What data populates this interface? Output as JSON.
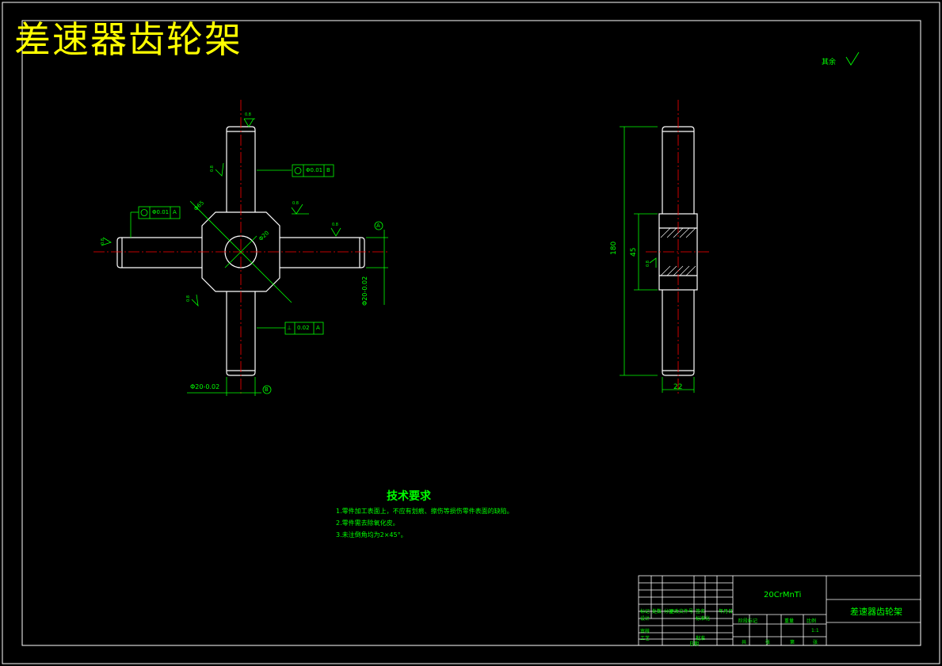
{
  "drawing": {
    "title": "差速器齿轮架",
    "roughness_note": "其余",
    "tech_requirements": {
      "heading": "技术要求",
      "items": [
        "1.零件加工表面上，不应有划痕、擦伤等损伤零件表面的缺陷。",
        "2.零件需去除氧化皮。",
        "3.未注倒角均为2×45°。"
      ]
    },
    "dimensions": {
      "shaft_dia_bottom": "Φ20-0.02",
      "shaft_dia_right": "Φ20-0.02",
      "center_bore": "Φ20",
      "hub_dia": "Φ65",
      "overall_length": "180",
      "hub_thickness": "45",
      "side_width": "22"
    },
    "tolerances": {
      "coaxiality_top": "Φ0.01",
      "coaxiality_top_datum": "B",
      "coaxiality_left": "Φ0.01",
      "coaxiality_left_datum": "A",
      "perpendicularity": "0.02",
      "perpendicularity_datum": "A"
    },
    "datum_labels": [
      "A",
      "B"
    ],
    "roughness_values": [
      "0.8",
      "0.8",
      "0.8",
      "0.8",
      "0.8",
      "0.8",
      "0.8"
    ]
  },
  "title_block": {
    "material": "20CrMnTi",
    "part_name": "差速器齿轮架",
    "scale": "1:1",
    "headers": [
      "标记",
      "处数",
      "分区",
      "更改文件号",
      "签名",
      "年月日"
    ],
    "labels": [
      "设计",
      "标准化",
      "阶段标记",
      "重量",
      "比例",
      "审核",
      "工艺",
      "批准",
      "共",
      "张",
      "第",
      "张",
      "日期"
    ]
  },
  "colors": {
    "background": "#000000",
    "outline": "#ffffff",
    "dimension": "#00ff00",
    "centerline": "#ff0000",
    "title": "#ffff00",
    "section": "#ffffff"
  }
}
